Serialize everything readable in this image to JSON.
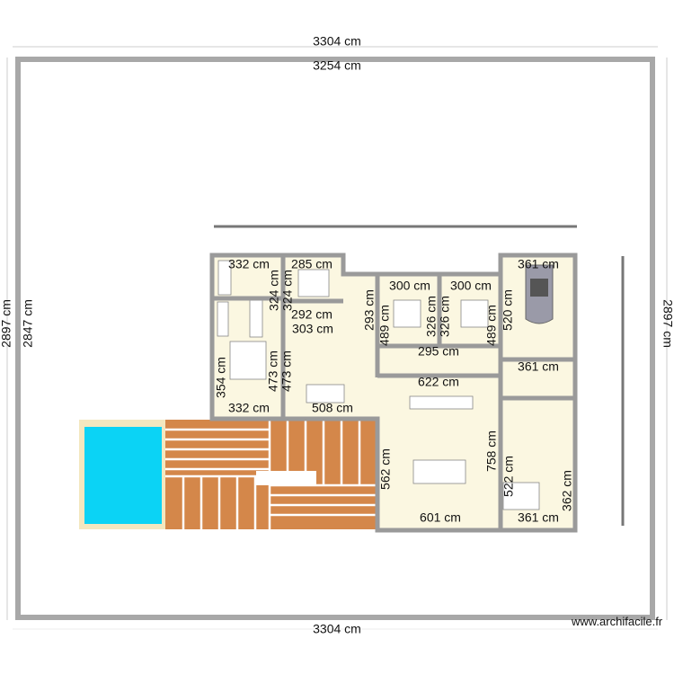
{
  "plan": {
    "outer_dims": {
      "top_outer": "3304 cm",
      "top_inner": "3254 cm",
      "left_outer": "2897 cm",
      "left_inner": "2847 cm",
      "right_outer": "2897 cm",
      "bottom_outer": "3304 cm"
    },
    "room_dims": [
      "332 cm",
      "285 cm",
      "324 cm",
      "324 cm",
      "292 cm",
      "303 cm",
      "293 cm",
      "300 cm",
      "300 cm",
      "326 cm",
      "326 cm",
      "489 cm",
      "489 cm",
      "361 cm",
      "520 cm",
      "295 cm",
      "361 cm",
      "622 cm",
      "354 cm",
      "473 cm",
      "473 cm",
      "332 cm",
      "508 cm",
      "562 cm",
      "758 cm",
      "522 cm",
      "362 cm",
      "601 cm",
      "361 cm"
    ],
    "colors": {
      "wall": "#9a9a9a",
      "floor": "#fbf7e1",
      "deck": "#d4874a",
      "pool": "#0bd3f5",
      "pool_border": "#f3e7bf"
    }
  },
  "watermark": "www.archifacile.fr"
}
